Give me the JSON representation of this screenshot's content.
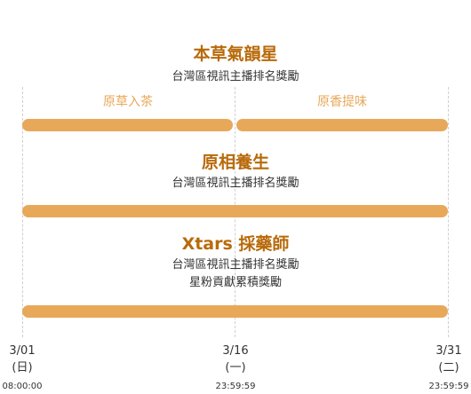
{
  "sections": [
    {
      "title": "本草氣韻星",
      "subtitle_lines": [
        "台灣區視訊主播排名獎勵"
      ]
    },
    {
      "title": "原相養生",
      "subtitle_lines": [
        "台灣區視訊主播排名獎勵"
      ]
    },
    {
      "title": "Xtars 採藥師",
      "subtitle_lines": [
        "台灣區視訊主播排名獎勵",
        "星粉貢獻累積獎勵"
      ]
    }
  ],
  "phases": [
    "原草入茶",
    "原香提味"
  ],
  "timeline": [
    {
      "date": "3/01",
      "weekday": "(日)",
      "time": "08:00:00"
    },
    {
      "date": "3/16",
      "weekday": "(一)",
      "time": "23:59:59"
    },
    {
      "date": "3/31",
      "weekday": "(二)",
      "time": "23:59:59"
    }
  ],
  "colors": {
    "bar": "#e8a85a",
    "title": "#b86a0a",
    "phase_text": "#e8a85a",
    "body_text": "#333333",
    "divider": "#cfcfcf"
  }
}
